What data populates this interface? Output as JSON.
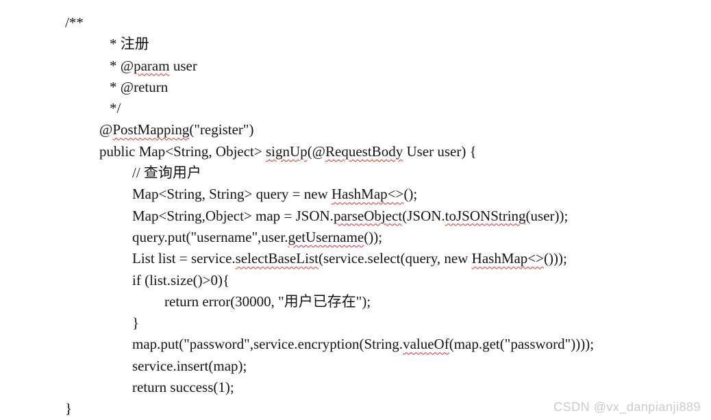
{
  "code": {
    "text_color": "#141414",
    "squiggle_color": "#e02b20",
    "lines": [
      {
        "indent": 95,
        "parts": [
          {
            "t": "/**"
          }
        ]
      },
      {
        "indent": 160,
        "parts": [
          {
            "t": "* 注册"
          }
        ]
      },
      {
        "indent": 160,
        "parts": [
          {
            "t": "* @"
          },
          {
            "t": "param",
            "sq": true
          },
          {
            "t": " user"
          }
        ]
      },
      {
        "indent": 160,
        "parts": [
          {
            "t": "* @return"
          }
        ]
      },
      {
        "indent": 160,
        "parts": [
          {
            "t": "*/"
          }
        ]
      },
      {
        "indent": 145,
        "parts": [
          {
            "t": "@"
          },
          {
            "t": "PostMapping",
            "sq": true
          },
          {
            "t": "(\"register\")"
          }
        ]
      },
      {
        "indent": 145,
        "parts": [
          {
            "t": "public Map<String, Object> "
          },
          {
            "t": "signUp",
            "sq": true
          },
          {
            "t": "(@"
          },
          {
            "t": "RequestBody",
            "sq": true
          },
          {
            "t": " User user) {"
          }
        ]
      },
      {
        "indent": 193,
        "parts": [
          {
            "t": "// 查询用户"
          }
        ]
      },
      {
        "indent": 193,
        "parts": [
          {
            "t": "Map<String, String> query = new "
          },
          {
            "t": "HashMap<>",
            "sq": true
          },
          {
            "t": "();"
          }
        ]
      },
      {
        "indent": 193,
        "parts": [
          {
            "t": "Map<String,Object> map = JSON."
          },
          {
            "t": "parseObject",
            "sq": true
          },
          {
            "t": "(JSON."
          },
          {
            "t": "toJSONString",
            "sq": true
          },
          {
            "t": "(user));"
          }
        ]
      },
      {
        "indent": 193,
        "parts": [
          {
            "t": "query.put(\"username\",user."
          },
          {
            "t": "getUsername",
            "sq": true
          },
          {
            "t": "());"
          }
        ]
      },
      {
        "indent": 193,
        "parts": [
          {
            "t": "List list = service."
          },
          {
            "t": "selectBaseList",
            "sq": true
          },
          {
            "t": "(service.select(query, new "
          },
          {
            "t": "HashMap<>",
            "sq": true
          },
          {
            "t": "()));"
          }
        ]
      },
      {
        "indent": 193,
        "parts": [
          {
            "t": "if (list.size()>0){"
          }
        ]
      },
      {
        "indent": 240,
        "parts": [
          {
            "t": "return error(30000, \"用户已存在\");"
          }
        ]
      },
      {
        "indent": 193,
        "parts": [
          {
            "t": "}"
          }
        ]
      },
      {
        "indent": 193,
        "parts": [
          {
            "t": "map.put(\"password\",service.encryption(String."
          },
          {
            "t": "valueOf",
            "sq": true
          },
          {
            "t": "(map.get(\"password\"))));"
          }
        ]
      },
      {
        "indent": 193,
        "parts": [
          {
            "t": "service.insert(map);"
          }
        ]
      },
      {
        "indent": 193,
        "parts": [
          {
            "t": "return success(1);"
          }
        ]
      },
      {
        "indent": 95,
        "parts": [
          {
            "t": "}"
          }
        ]
      }
    ]
  },
  "watermark": {
    "text": "CSDN @vx_danpianji889",
    "color": "#cbcbcb"
  }
}
